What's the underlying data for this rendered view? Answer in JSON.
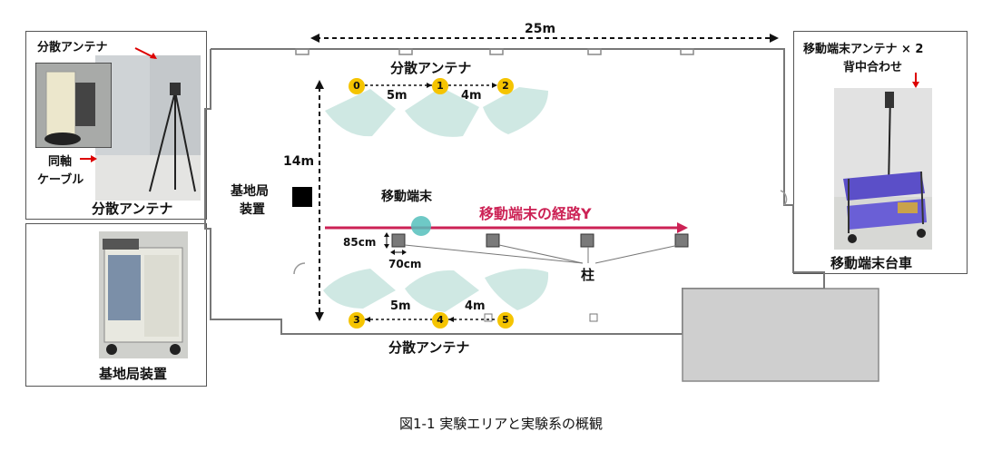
{
  "figure": {
    "caption": "図1-1 実験エリアと実験系の概観"
  },
  "floor": {
    "width_label": "25m",
    "height_label": "14m",
    "top_antennas_label": "分散アンテナ",
    "bottom_antennas_label": "分散アンテナ",
    "top_spacing_1": "5m",
    "top_spacing_2": "4m",
    "bottom_spacing_1": "5m",
    "bottom_spacing_2": "4m",
    "antenna_ids_top": [
      "0",
      "1",
      "2"
    ],
    "antenna_ids_bottom": [
      "3",
      "4",
      "5"
    ],
    "base_station_label_1": "基地局",
    "base_station_label_2": "装置",
    "terminal_label": "移動端末",
    "route_label": "移動端末の経路Y",
    "pillar_label": "柱",
    "pillar_depth": "85cm",
    "pillar_width": "70cm",
    "route_color": "#cc2255",
    "antenna_badge_color": "#f5c400"
  },
  "left_top_panel": {
    "title": "分散アンテナ",
    "coax_label_1": "同軸",
    "coax_label_2": "ケーブル",
    "bottom_label": "分散アンテナ"
  },
  "left_bottom_panel": {
    "bottom_label": "基地局装置"
  },
  "right_panel": {
    "title_1": "移動端末アンテナ × 2",
    "title_2": "背中合わせ",
    "bottom_label": "移動端末台車"
  }
}
